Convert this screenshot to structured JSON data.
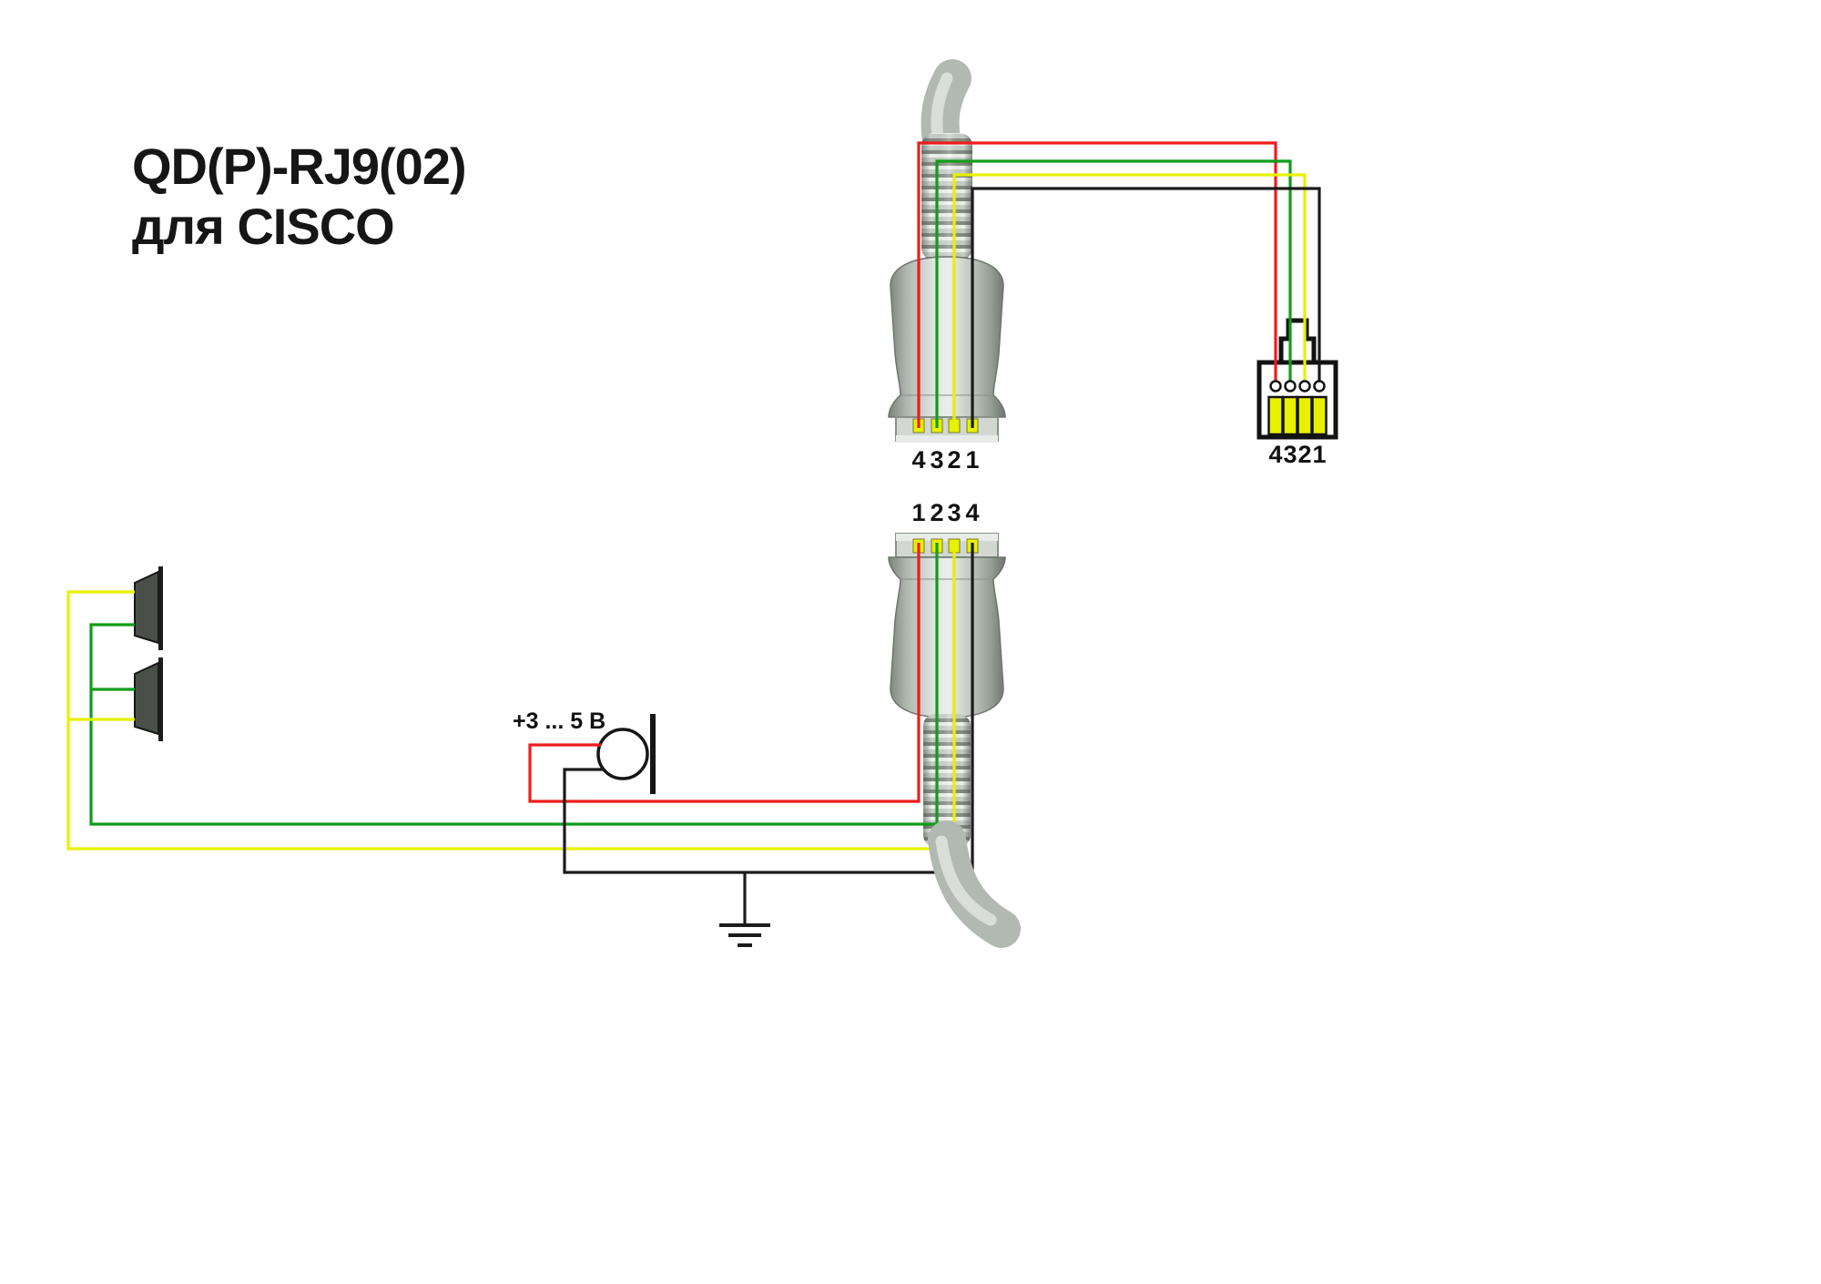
{
  "title": {
    "line1": "QD(P)-RJ9(02)",
    "line2": "для CISCO"
  },
  "colors": {
    "wire_red": "#ee1c1c",
    "wire_green": "#109c1a",
    "wire_yellow": "#e7f100",
    "wire_black": "#1b1b1b",
    "contact_yellow": "#e7f100"
  },
  "qd_plug_top": {
    "pins": [
      "4",
      "3",
      "2",
      "1"
    ]
  },
  "rj9_plug": {
    "pins": [
      "4",
      "3",
      "2",
      "1"
    ]
  },
  "qd_plug_bottom": {
    "pins": [
      "1",
      "2",
      "3",
      "4"
    ]
  },
  "mic": {
    "voltage_label": "+3 ... 5 В"
  },
  "wiring": [
    {
      "color": "red",
      "from": "QD contact 1",
      "to": "microphone +3...5 V"
    },
    {
      "color": "green",
      "from": "QD contact 2",
      "to": "speakers"
    },
    {
      "color": "yellow",
      "from": "QD contact 3",
      "to": "speakers"
    },
    {
      "color": "black",
      "from": "QD contact 4",
      "to": "microphone ground / earth"
    }
  ]
}
